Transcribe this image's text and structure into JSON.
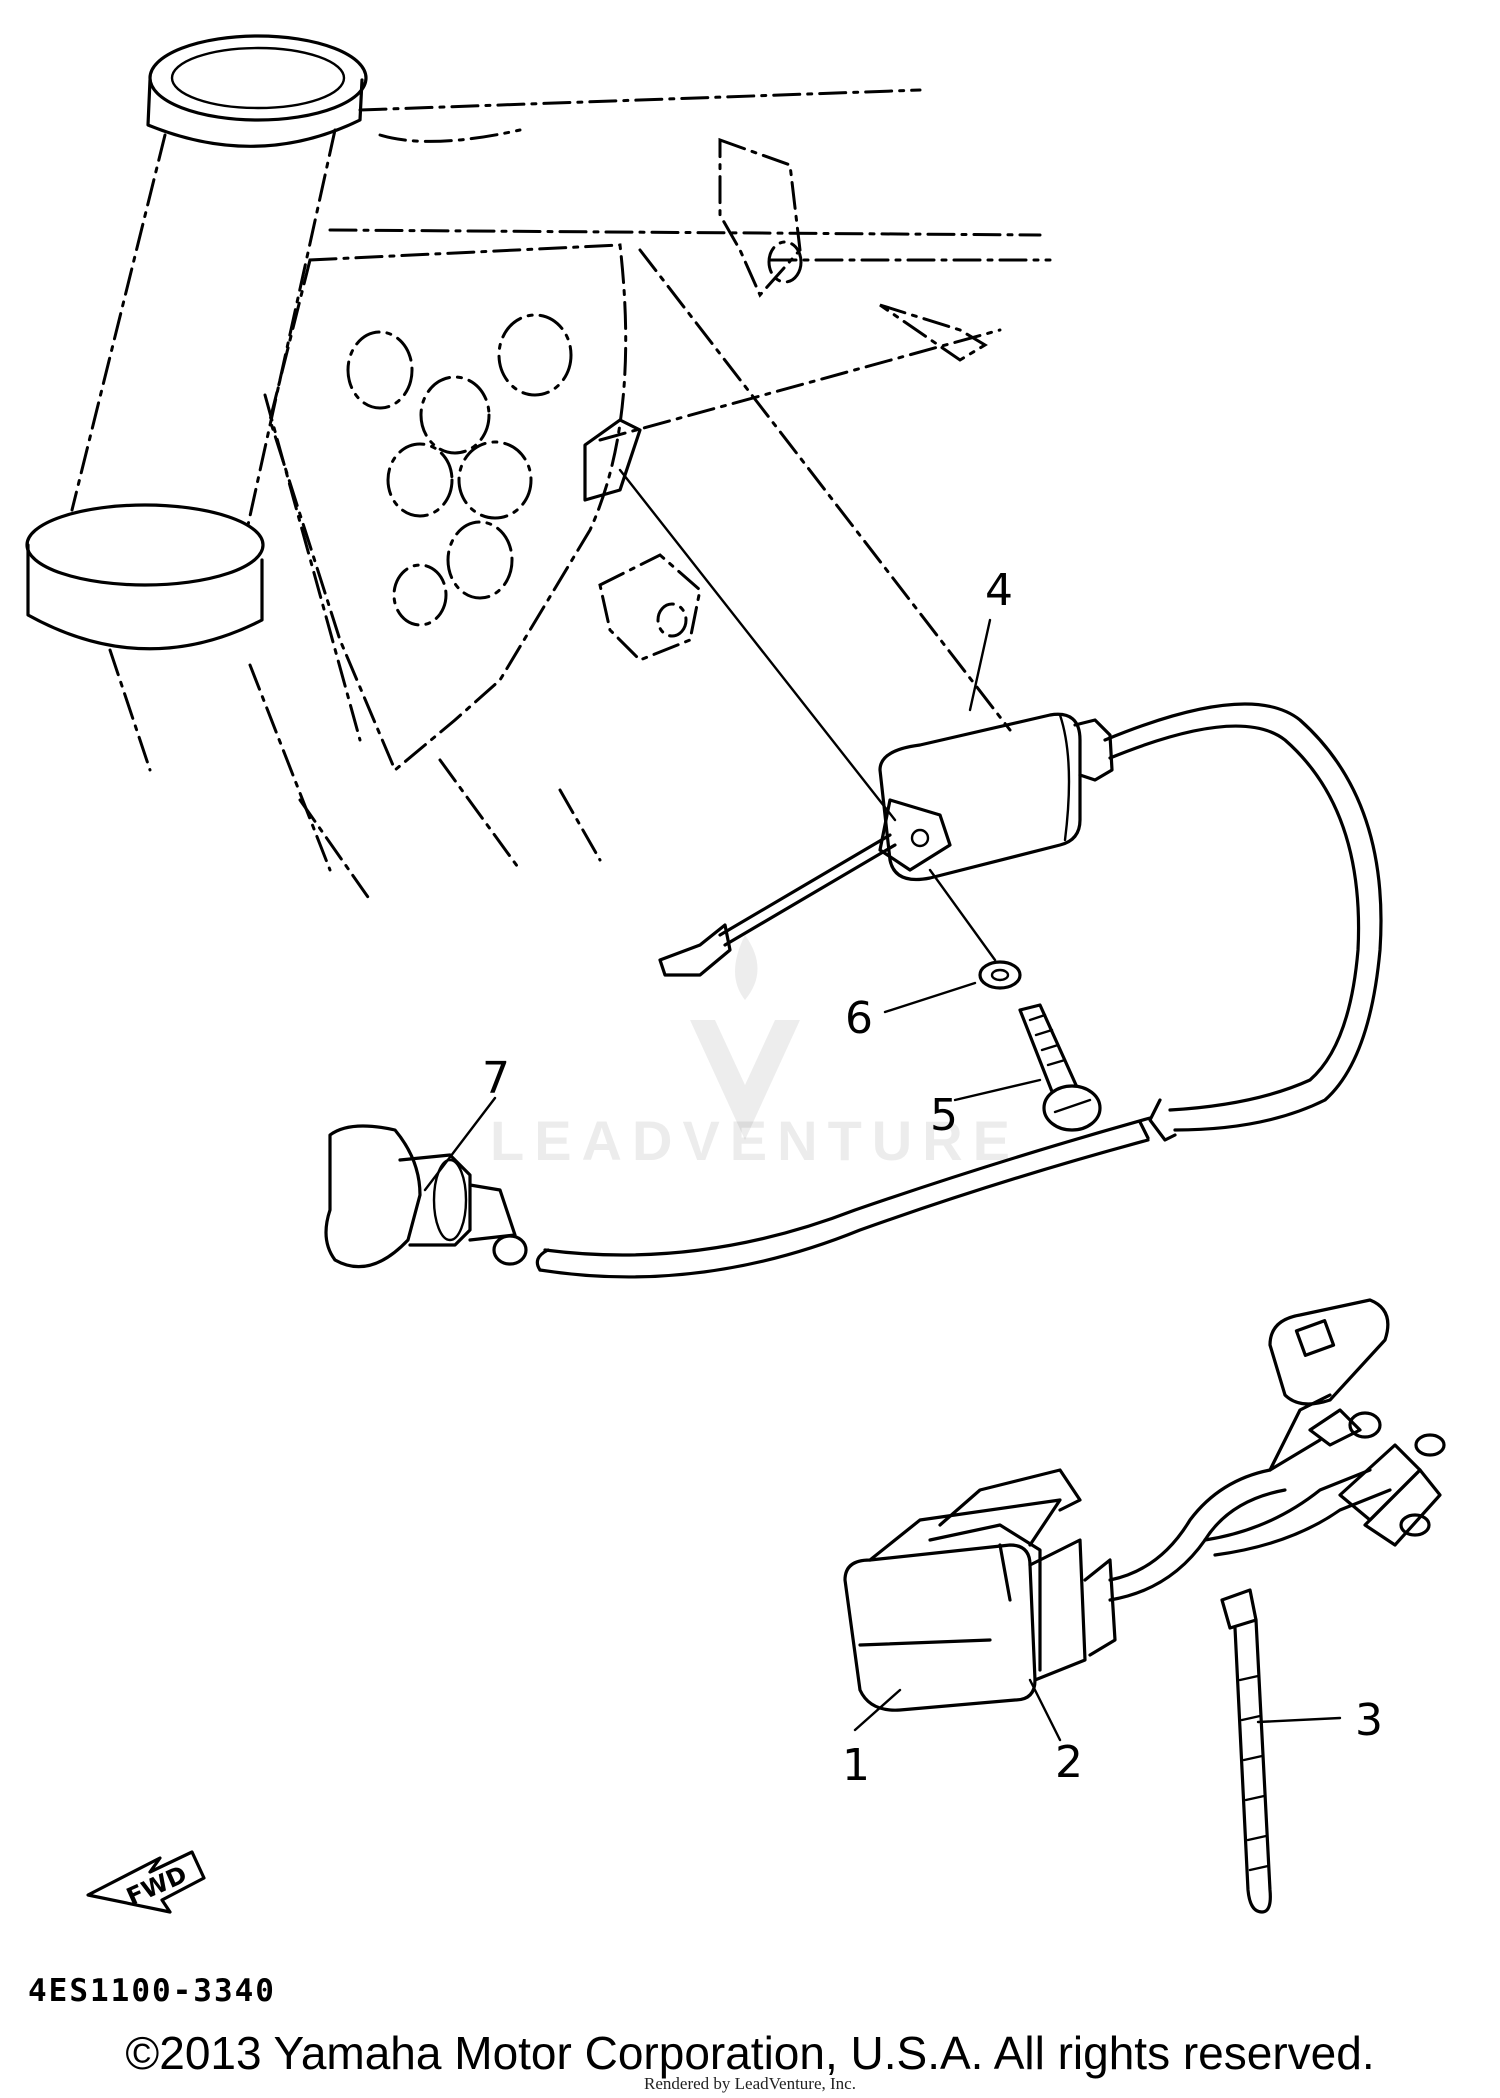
{
  "diagram": {
    "drawing_code": "4ES1100-3340",
    "direction_arrow": "FWD",
    "callouts": [
      {
        "label": "1",
        "part": "cdi-unit"
      },
      {
        "label": "2",
        "part": "unit-band"
      },
      {
        "label": "3",
        "part": "cable-tie"
      },
      {
        "label": "4",
        "part": "ignition-coil"
      },
      {
        "label": "5",
        "part": "bolt"
      },
      {
        "label": "6",
        "part": "lock-washer"
      },
      {
        "label": "7",
        "part": "spark-plug-cap"
      }
    ]
  },
  "footer": {
    "copyright": "©2013 Yamaha Motor Corporation, U.S.A. All rights reserved.",
    "rendered_by": "Rendered by LeadVenture, Inc."
  },
  "watermark": {
    "text": "LEADVENTURE"
  }
}
